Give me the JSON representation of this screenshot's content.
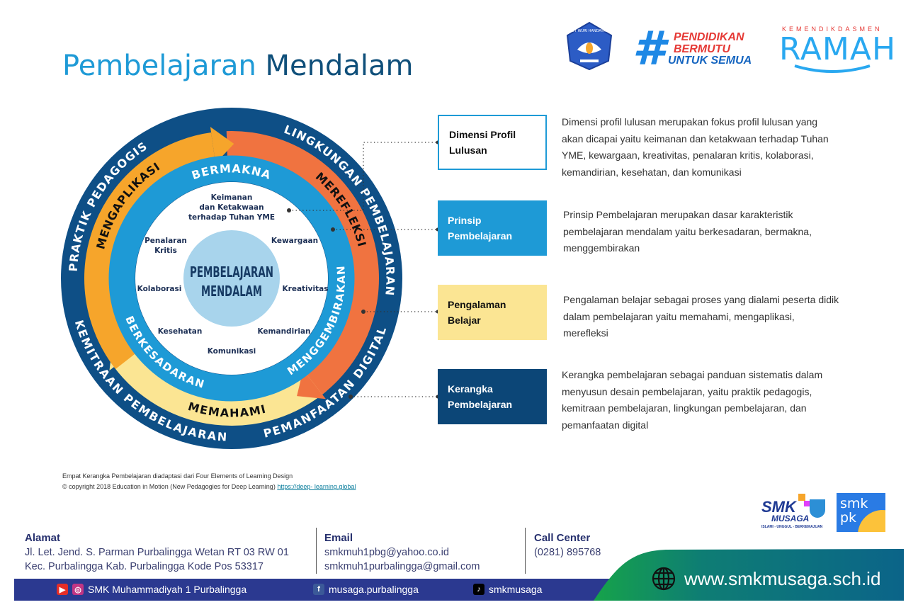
{
  "header": {
    "title_part1": "Pembelajaran",
    "title_part2": "Mendalam",
    "logos": {
      "tut_wuri": "TUT WURI HANDAYANI",
      "hashtag": "#",
      "campaign_line1": "PENDIDIKAN",
      "campaign_line2": "BERMUTU",
      "campaign_line3": "UNTUK SEMUA",
      "ramah_top": "KEMENDIKDASMEN",
      "ramah": "RAMAH"
    }
  },
  "diagram": {
    "center_line1": "PEMBELAJARAN",
    "center_line2": "MENDALAM",
    "outer_ring": {
      "top_left": "PRAKTIK PEDAGOGIS",
      "top_right": "LINGKUNGAN PEMBELAJARAN",
      "bottom_left": "KEMITRAAN PEMBELAJARAN",
      "bottom_right": "PEMANFAATAN DIGITAL"
    },
    "arrows": {
      "left": "MENGAPLIKASI",
      "right": "MEREFLEKSI",
      "bottom": "MEMAHAMI"
    },
    "principles": {
      "top": "BERMAKNA",
      "left": "BERKESADARAN",
      "right": "MENGGEMBIRAKAN"
    },
    "profile": {
      "keimanan_1": "Keimanan",
      "keimanan_2": "dan Ketakwaan",
      "keimanan_3": "terhadap Tuhan YME",
      "penalaran_1": "Penalaran",
      "penalaran_2": "Kritis",
      "kewargaan": "Kewargaan",
      "kolaborasi": "Kolaborasi",
      "kreativitas": "Kreativitas",
      "kesehatan": "Kesehatan",
      "kemandirian": "Kemandirian",
      "komunikasi": "Komunikasi"
    },
    "colors": {
      "outer": "#0e4f86",
      "mengaplikasi": "#f6a52b",
      "merefleksi": "#f07340",
      "memahami": "#fbe593",
      "principle_ring": "#1e9ad6",
      "center": "#a8d4ec"
    }
  },
  "legend": [
    {
      "label_line1": "Dimensi Profil",
      "label_line2": "Lulusan",
      "desc": [
        "Dimensi profil lulusan merupakan fokus profil lulusan yang",
        "akan dicapai yaitu keimanan dan ketakwaan terhadap Tuhan",
        "YME, kewargaan, kreativitas, penalaran kritis, kolaborasi,",
        "kemandirian, kesehatan, dan komunikasi"
      ]
    },
    {
      "label_line1": "Prinsip",
      "label_line2": "Pembelajaran",
      "desc": [
        "Prinsip Pembelajaran merupakan dasar karakteristik",
        "pembelajaran mendalam yaitu berkesadaran, bermakna,",
        "menggembirakan"
      ]
    },
    {
      "label_line1": "Pengalaman",
      "label_line2": "Belajar",
      "desc": [
        "Pengalaman belajar sebagai proses yang dialami peserta didik",
        "dalam pembelajaran yaitu memahami, mengaplikasi,",
        "merefleksi"
      ]
    },
    {
      "label_line1": "Kerangka",
      "label_line2": "Pembelajaran",
      "desc": [
        "Kerangka pembelajaran sebagai panduan sistematis dalam",
        "menyusun desain pembelajaran, yaitu praktik pedagogis,",
        "kemitraan pembelajaran, lingkungan pembelajaran, dan",
        "pemanfaatan digital"
      ]
    }
  ],
  "notes": {
    "line1": "Empat Kerangka Pembelajaran diadaptasi dari Four Elements of Learning Design",
    "line2": "© copyright 2018 Education in Motion (New Pedagogies for Deep Learning)",
    "link": "https://deep- learning.global"
  },
  "school_logos": {
    "smk": "SMK",
    "musaga": "MUSAGA",
    "tagline": "ISLAMI - UNGGUL - BERKEMAJUAN",
    "smkpk_1": "smk",
    "smkpk_2": "pk"
  },
  "footer": {
    "address_title": "Alamat",
    "address_line1": "Jl. Let. Jend. S. Parman Purbalingga Wetan RT 03 RW 01",
    "address_line2": "Kec. Purbalingga Kab. Purbalingga Kode Pos 53317",
    "email_title": "Email",
    "email_1": "smkmuh1pbg@yahoo.co.id",
    "email_2": "smkmuh1purbalingga@gmail.com",
    "call_title": "Call Center",
    "phone": "(0281) 895768",
    "youtube_instagram": "SMK Muhammadiyah 1 Purbalingga",
    "facebook": "musaga.purbalingga",
    "tiktok": "smkmusaga",
    "website": "www.smkmusaga.sch.id"
  }
}
